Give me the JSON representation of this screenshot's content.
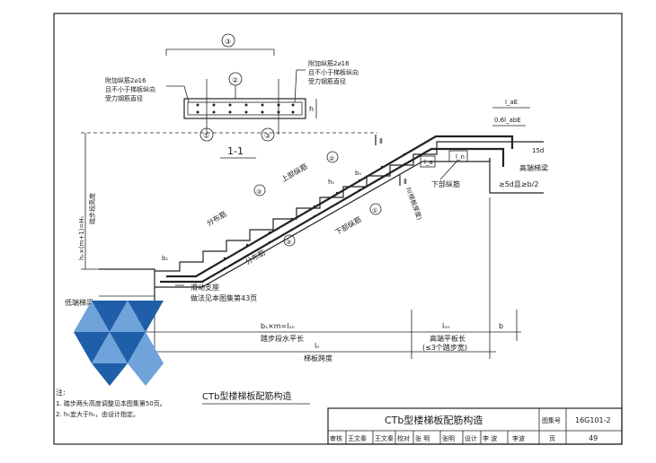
{
  "section": {
    "label": "1-1",
    "callout_top": "③",
    "callout_left_rebar": "②",
    "callout_bottom_1": "①",
    "callout_bottom_3": "③",
    "dim_h": "h",
    "left_note": [
      "附加纵筋2⌀16",
      "且不小于梯板纵向",
      "受力钢筋直径"
    ],
    "right_note": [
      "附加纵筋2⌀16",
      "且不小于梯板纵向",
      "受力钢筋直径"
    ]
  },
  "elevation": {
    "height_label": "hₛ×(m+1)=Hₛ",
    "height_caption": "踏步段高度",
    "label_upper_rebar": "上部纵筋",
    "label_lower_rebar": "下部纵筋",
    "label_dist_1": "分布筋",
    "label_dist_2": "分布筋",
    "label_bottom_rebar": "下部纵筋",
    "label_thickness": "h(梯板厚度)",
    "label_hs": "hₛ",
    "label_bs": "bₛ",
    "label_laE": "l_aE",
    "label_06": "0.6l_abE",
    "label_la": "l_a",
    "label_ln": "l_n",
    "label_15d": "15d",
    "label_5d": "≥5d且≥b/2",
    "label_high_beam": "高端梯梁",
    "label_low_beam": "低端梯梁",
    "label_sliding": "滑动支座",
    "label_sliding_ref": "做法见本图集第43页",
    "marker_II": "Ⅱ",
    "circ_1": "①",
    "circ_2": "②",
    "circ_3": "③"
  },
  "dimensions": {
    "b_left": "b",
    "b_right": "b",
    "span_main": "bₛ×m=lₛₙ",
    "span_main_caption": "踏步段水平长",
    "span_plat": "lₙₙ",
    "span_plat_caption": "高端平板长",
    "span_plat_note": "(≤3个踏步宽)",
    "total": "lₙ",
    "total_caption": "梯板跨度"
  },
  "notes": {
    "heading": "注:",
    "items": [
      "1. 踏步两头高度调整见本图集第50页。",
      "2. hₛ宜大于hₛ，由设计指定。"
    ]
  },
  "figure_title": "CTb型楼梯板配筋构造",
  "title_block": {
    "title": "CTb型楼梯板配筋构造",
    "atlas_label": "图集号",
    "atlas_no": "16G101-2",
    "review_label": "审核",
    "review_name": "王文秦",
    "review_sign": "王文秦",
    "check_label": "校对",
    "check_name": "张 明",
    "check_sign": "张明",
    "design_label": "设计",
    "design_name": "李 波",
    "design_sign": "李波",
    "page_label": "页",
    "page_no": "49"
  },
  "colors": {
    "logo_blue": "#1f5ea8",
    "logo_light": "#6fa3da"
  }
}
